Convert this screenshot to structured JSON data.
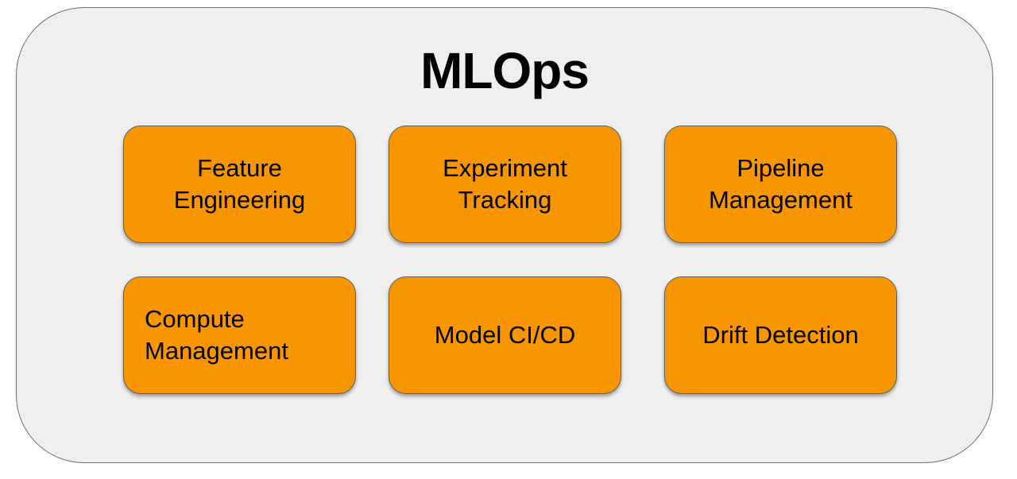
{
  "diagram": {
    "title": "MLOps",
    "colors": {
      "container_fill": "#efefef",
      "container_border": "#6e6e6e",
      "box_fill": "#f79600",
      "box_border": "#5f5f5f",
      "text": "#000000"
    },
    "boxes": [
      {
        "label": "Feature\nEngineering"
      },
      {
        "label": "Experiment\nTracking"
      },
      {
        "label": "Pipeline\nManagement"
      },
      {
        "label": "Compute\nManagement"
      },
      {
        "label": "Model CI/CD"
      },
      {
        "label": "Drift Detection"
      }
    ]
  }
}
